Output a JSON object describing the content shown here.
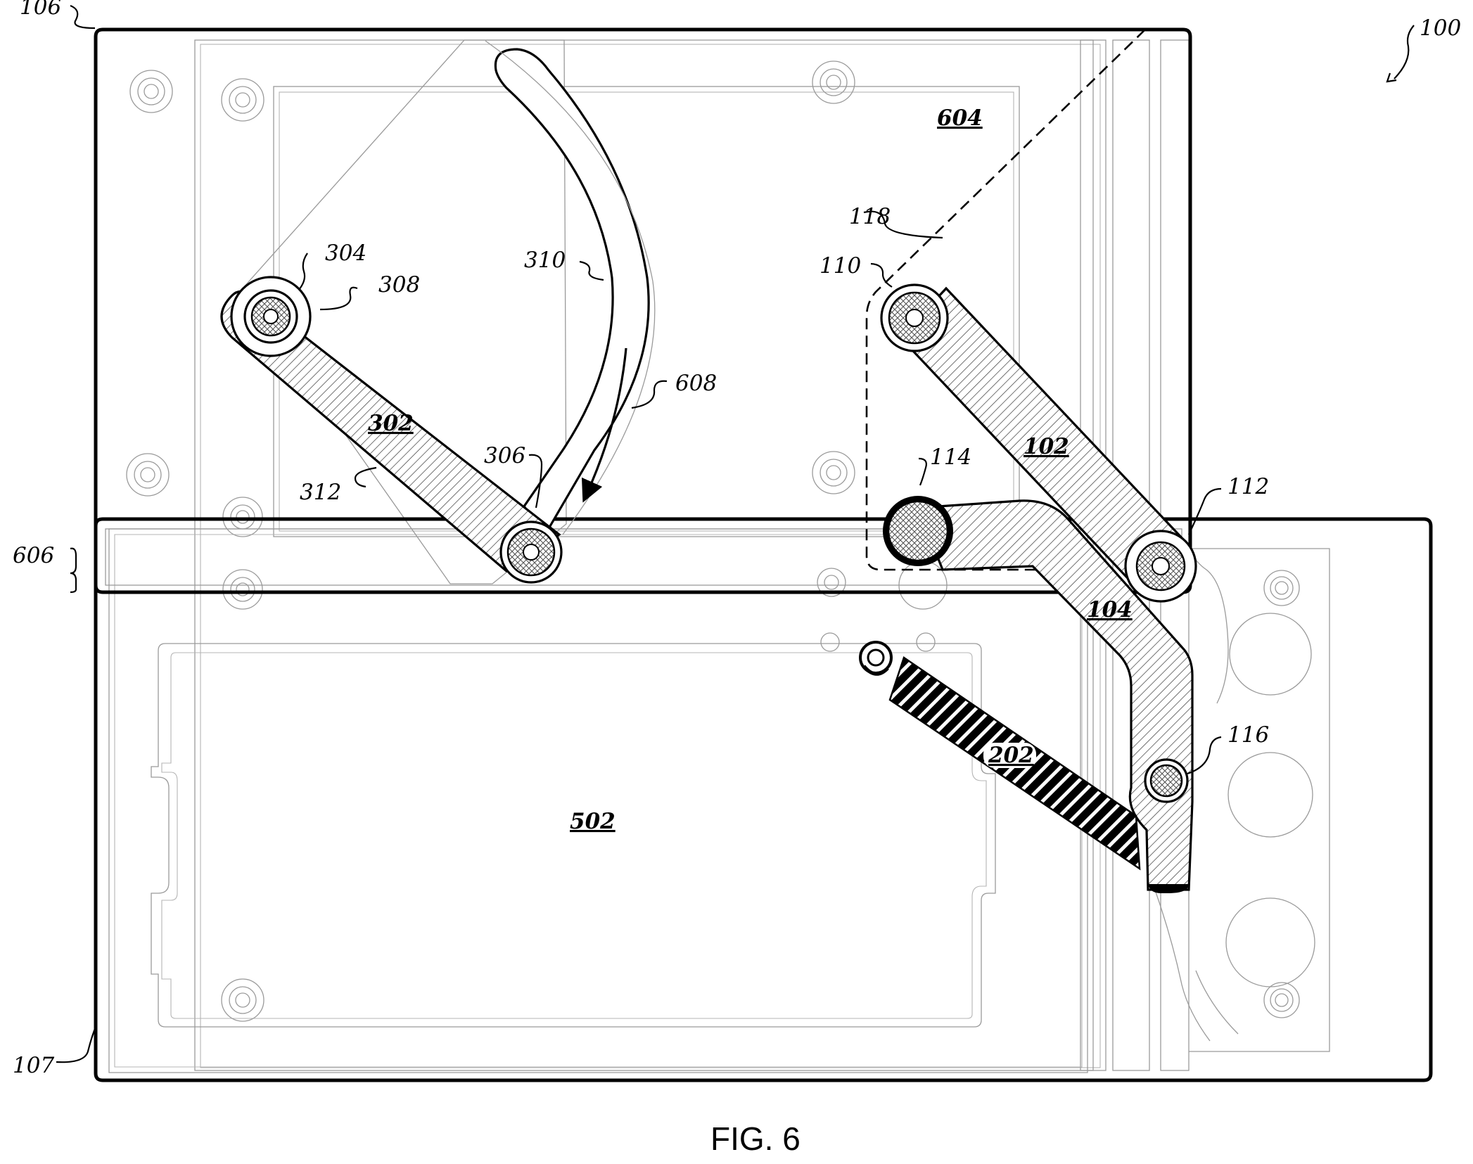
{
  "figure": {
    "caption": "FIG. 6",
    "labels": {
      "l100": "100",
      "l106": "106",
      "l107": "107",
      "l604": "604",
      "l606": "606",
      "l118": "118",
      "l110": "110",
      "l304": "304",
      "l308": "308",
      "l310": "310",
      "l608": "608",
      "l302": "302",
      "l306": "306",
      "l312": "312",
      "l102": "102",
      "l114": "114",
      "l112": "112",
      "l104": "104",
      "l116": "116",
      "l202": "202",
      "l502": "502"
    }
  }
}
